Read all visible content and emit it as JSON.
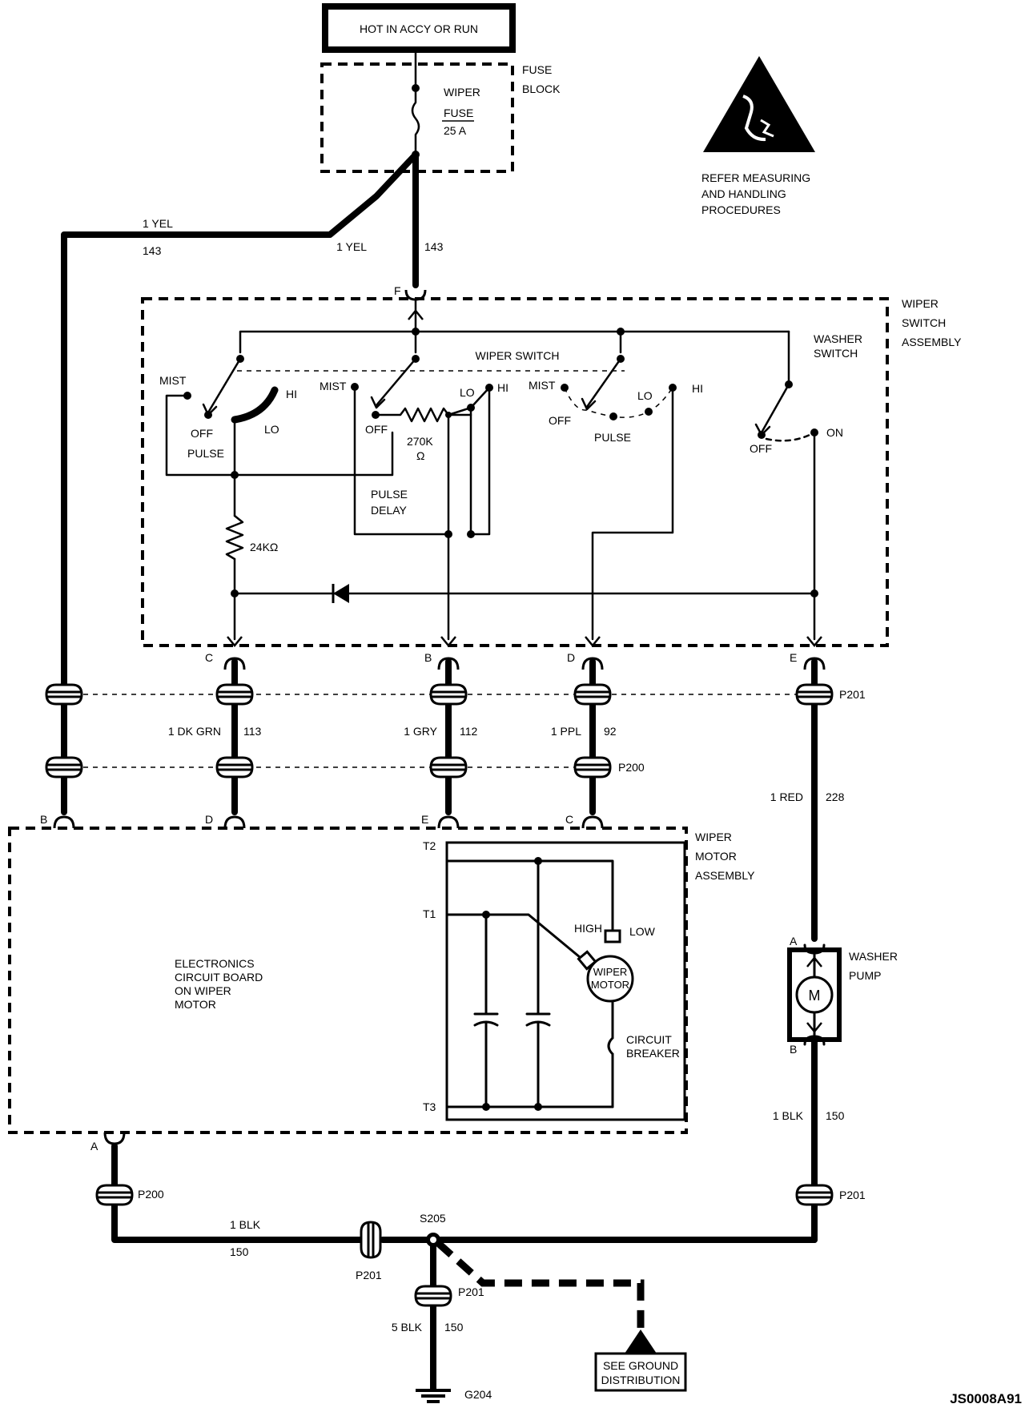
{
  "power_source": "HOT IN ACCY OR RUN",
  "fuse_block": {
    "label1": "FUSE",
    "label2": "BLOCK",
    "fuse_name": "WIPER",
    "fuse_word": "FUSE",
    "rating": "25 A"
  },
  "esd_note": {
    "line1": "REFER MEASURING",
    "line2": "AND HANDLING",
    "line3": "PROCEDURES"
  },
  "wires": {
    "left_feed": {
      "gauge_color": "1 YEL",
      "circuit": "143"
    },
    "center_feed": {
      "gauge_color": "1 YEL",
      "circuit": "143"
    },
    "dk_grn": {
      "gauge_color": "1 DK GRN",
      "circuit": "113"
    },
    "gry": {
      "gauge_color": "1 GRY",
      "circuit": "112"
    },
    "ppl": {
      "gauge_color": "1 PPL",
      "circuit": "92"
    },
    "red": {
      "gauge_color": "1 RED",
      "circuit": "228"
    },
    "blk_pump": {
      "gauge_color": "1 BLK",
      "circuit": "150"
    },
    "blk_bottom": {
      "gauge_color": "1 BLK",
      "circuit": "150"
    },
    "blk_ground": {
      "gauge_color": "5 BLK",
      "circuit": "150"
    }
  },
  "switch_assembly": {
    "title1": "WIPER",
    "title2": "SWITCH",
    "title3": "ASSEMBLY",
    "wiper_switch_label": "WIPER SWITCH",
    "washer_switch1": "WASHER",
    "washer_switch2": "SWITCH",
    "pins": {
      "f": "F",
      "c": "C",
      "b": "B",
      "d": "D",
      "e": "E"
    },
    "mist": "MIST",
    "off": "OFF",
    "pulse": "PULSE",
    "lo": "LO",
    "hi": "HI",
    "on": "ON",
    "resistor_270": "270K",
    "ohm": "Ω",
    "resistor_24": "24KΩ",
    "pulse_delay1": "PULSE",
    "pulse_delay2": "DELAY"
  },
  "connectors": {
    "p200": "P200",
    "p201": "P201",
    "s205": "S205",
    "g204": "G204"
  },
  "motor_pins": {
    "b": "B",
    "d": "D",
    "e": "E",
    "c": "C",
    "a": "A"
  },
  "motor_assembly": {
    "title1": "WIPER",
    "title2": "MOTOR",
    "title3": "ASSEMBLY",
    "board1": "ELECTRONICS",
    "board2": "CIRCUIT BOARD",
    "board3": "ON WIPER",
    "board4": "MOTOR",
    "t1": "T1",
    "t2": "T2",
    "t3": "T3",
    "high": "HIGH",
    "low": "LOW",
    "motor1": "WIPER",
    "motor2": "MOTOR",
    "breaker1": "CIRCUIT",
    "breaker2": "BREAKER"
  },
  "washer_pump": {
    "title1": "WASHER",
    "title2": "PUMP",
    "symbol": "M",
    "pin_a": "A",
    "pin_b": "B"
  },
  "ground_box": {
    "line1": "SEE GROUND",
    "line2": "DISTRIBUTION"
  },
  "figure_id": "JS0008A91"
}
